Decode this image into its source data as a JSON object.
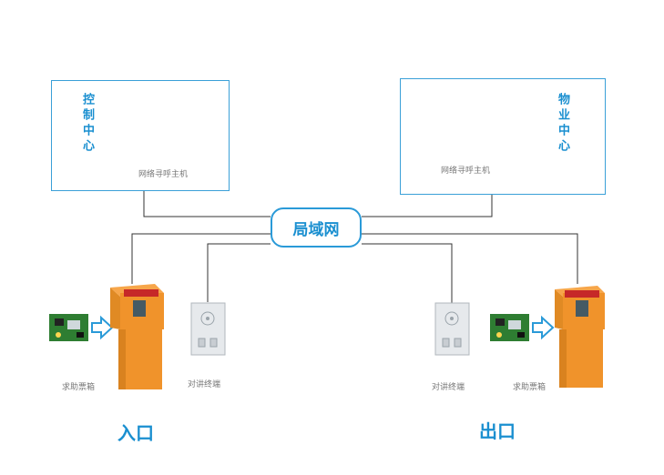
{
  "control_center": {
    "label": "控制中心",
    "device": "网络寻呼主机"
  },
  "property_center": {
    "label": "物业中心",
    "device": "网络寻呼主机"
  },
  "lan": {
    "label": "局域网"
  },
  "entrance": {
    "label": "入口",
    "ticket_box": "求助票箱",
    "terminal": "对讲终端"
  },
  "exit": {
    "label": "出口",
    "ticket_box": "求助票箱",
    "terminal": "对讲终端"
  },
  "colors": {
    "accent": "#1a8fd0",
    "line": "#333333",
    "kiosk": "#f0932b"
  }
}
